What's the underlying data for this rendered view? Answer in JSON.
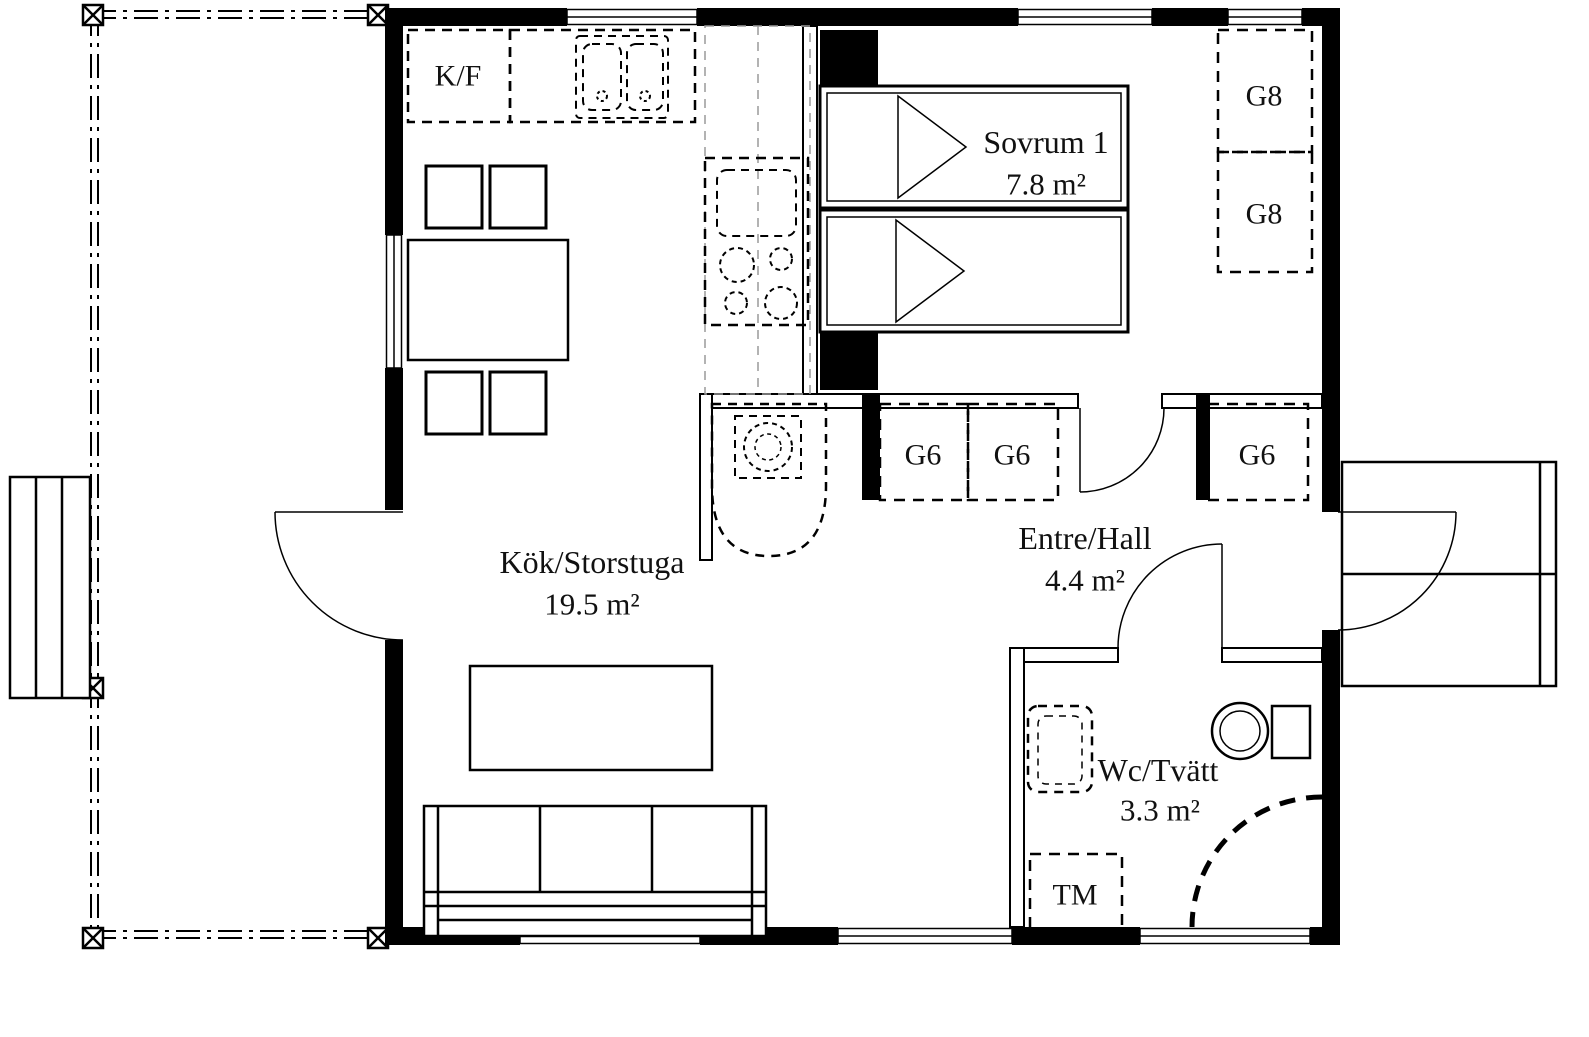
{
  "plan": {
    "rooms": {
      "sovrum1": {
        "name": "Sovrum 1",
        "area": "7.8 m²"
      },
      "kok": {
        "name": "Kök/Storstuga",
        "area": "19.5 m²"
      },
      "hall": {
        "name": "Entre/Hall",
        "area": "4.4 m²"
      },
      "wc": {
        "name": "Wc/Tvätt",
        "area": "3.3 m²"
      }
    },
    "labels": {
      "fridge_freezer": "K/F",
      "washing_machine": "TM",
      "wardrobe_g8_upper": "G8",
      "wardrobe_g8_lower": "G8",
      "wardrobe_g6_left": "G6",
      "wardrobe_g6_mid": "G6",
      "wardrobe_g6_right": "G6"
    },
    "colors": {
      "wall": "#000000",
      "background": "#ffffff",
      "ghost_line": "#9a9a9a"
    }
  }
}
